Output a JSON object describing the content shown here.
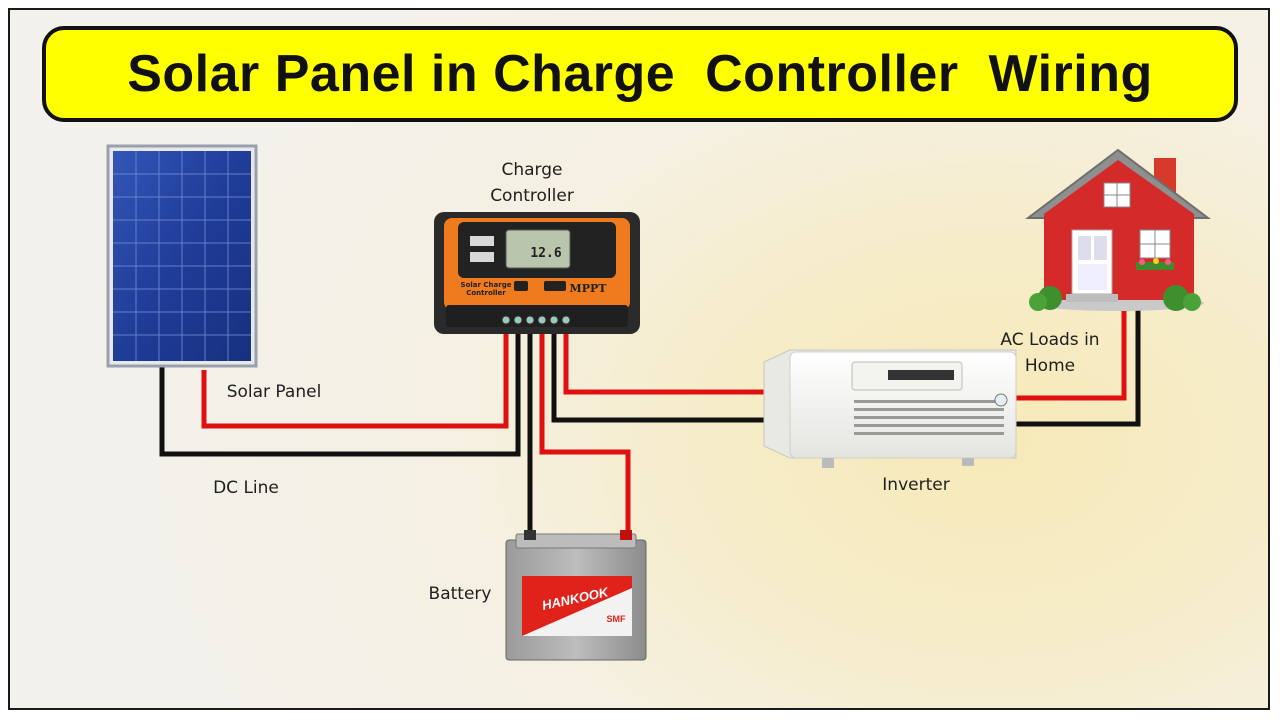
{
  "title": "Solar Panel in Charge  Controller  Wiring",
  "labels": {
    "charge_controller_line1": "Charge",
    "charge_controller_line2": "Controller",
    "solar_panel": "Solar Panel",
    "dc_line": "DC Line",
    "battery": "Battery",
    "inverter": "Inverter",
    "ac_loads_line1": "AC Loads in",
    "ac_loads_line2": "Home"
  },
  "device_text": {
    "controller_display": "12.6",
    "controller_brand_line1": "Solar Charge",
    "controller_brand_line2": "Controller",
    "controller_model": "MPPT",
    "battery_brand": "HANKOOK",
    "battery_tag": "SMF"
  },
  "colors": {
    "title_background": "#ffff00",
    "positive_wire": "#e01010",
    "negative_wire": "#111111",
    "controller_body": "#f07a1e",
    "solar_cells": "#1f3f9a",
    "house_walls": "#d42a2a"
  }
}
